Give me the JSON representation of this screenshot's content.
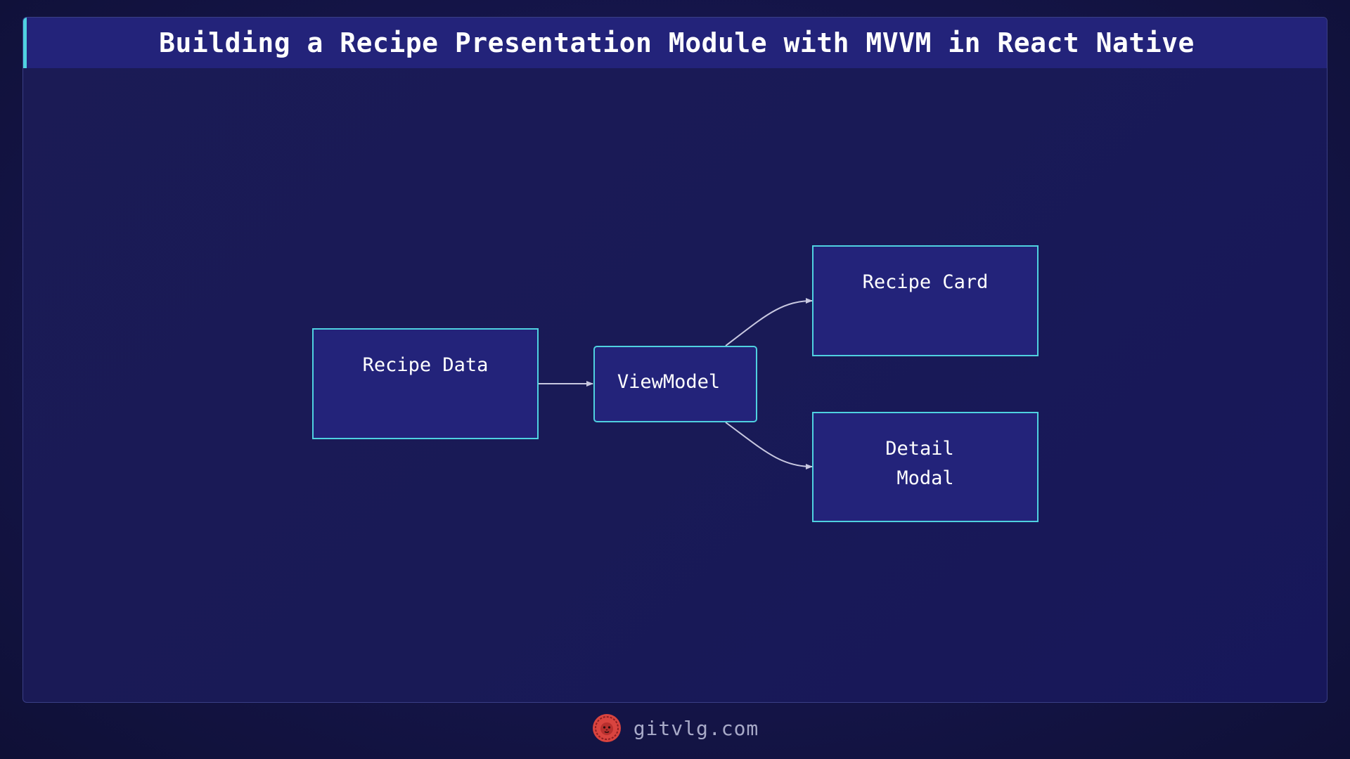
{
  "header": {
    "title": "Building a Recipe Presentation Module with MVVM in React Native"
  },
  "diagram": {
    "nodes": [
      {
        "id": "recipe-data",
        "lines": [
          "Recipe Data"
        ]
      },
      {
        "id": "viewmodel",
        "lines": [
          "ViewModel"
        ]
      },
      {
        "id": "recipe-card",
        "lines": [
          "Recipe Card"
        ]
      },
      {
        "id": "detail-modal",
        "lines": [
          "Detail",
          "Modal"
        ]
      }
    ],
    "edges": [
      {
        "from": "recipe-data",
        "to": "viewmodel"
      },
      {
        "from": "viewmodel",
        "to": "recipe-card"
      },
      {
        "from": "viewmodel",
        "to": "detail-modal"
      }
    ]
  },
  "footer": {
    "site": "gitvlg.com",
    "logo_icon": "lion-icon"
  },
  "colors": {
    "background": "#15154a",
    "title_bar": "#23237a",
    "accent": "#4fd1e0",
    "node_fill": "#23237a",
    "node_stroke": "#4fd1e0",
    "edge": "#c8c8e0",
    "logo": "#d9443f"
  }
}
